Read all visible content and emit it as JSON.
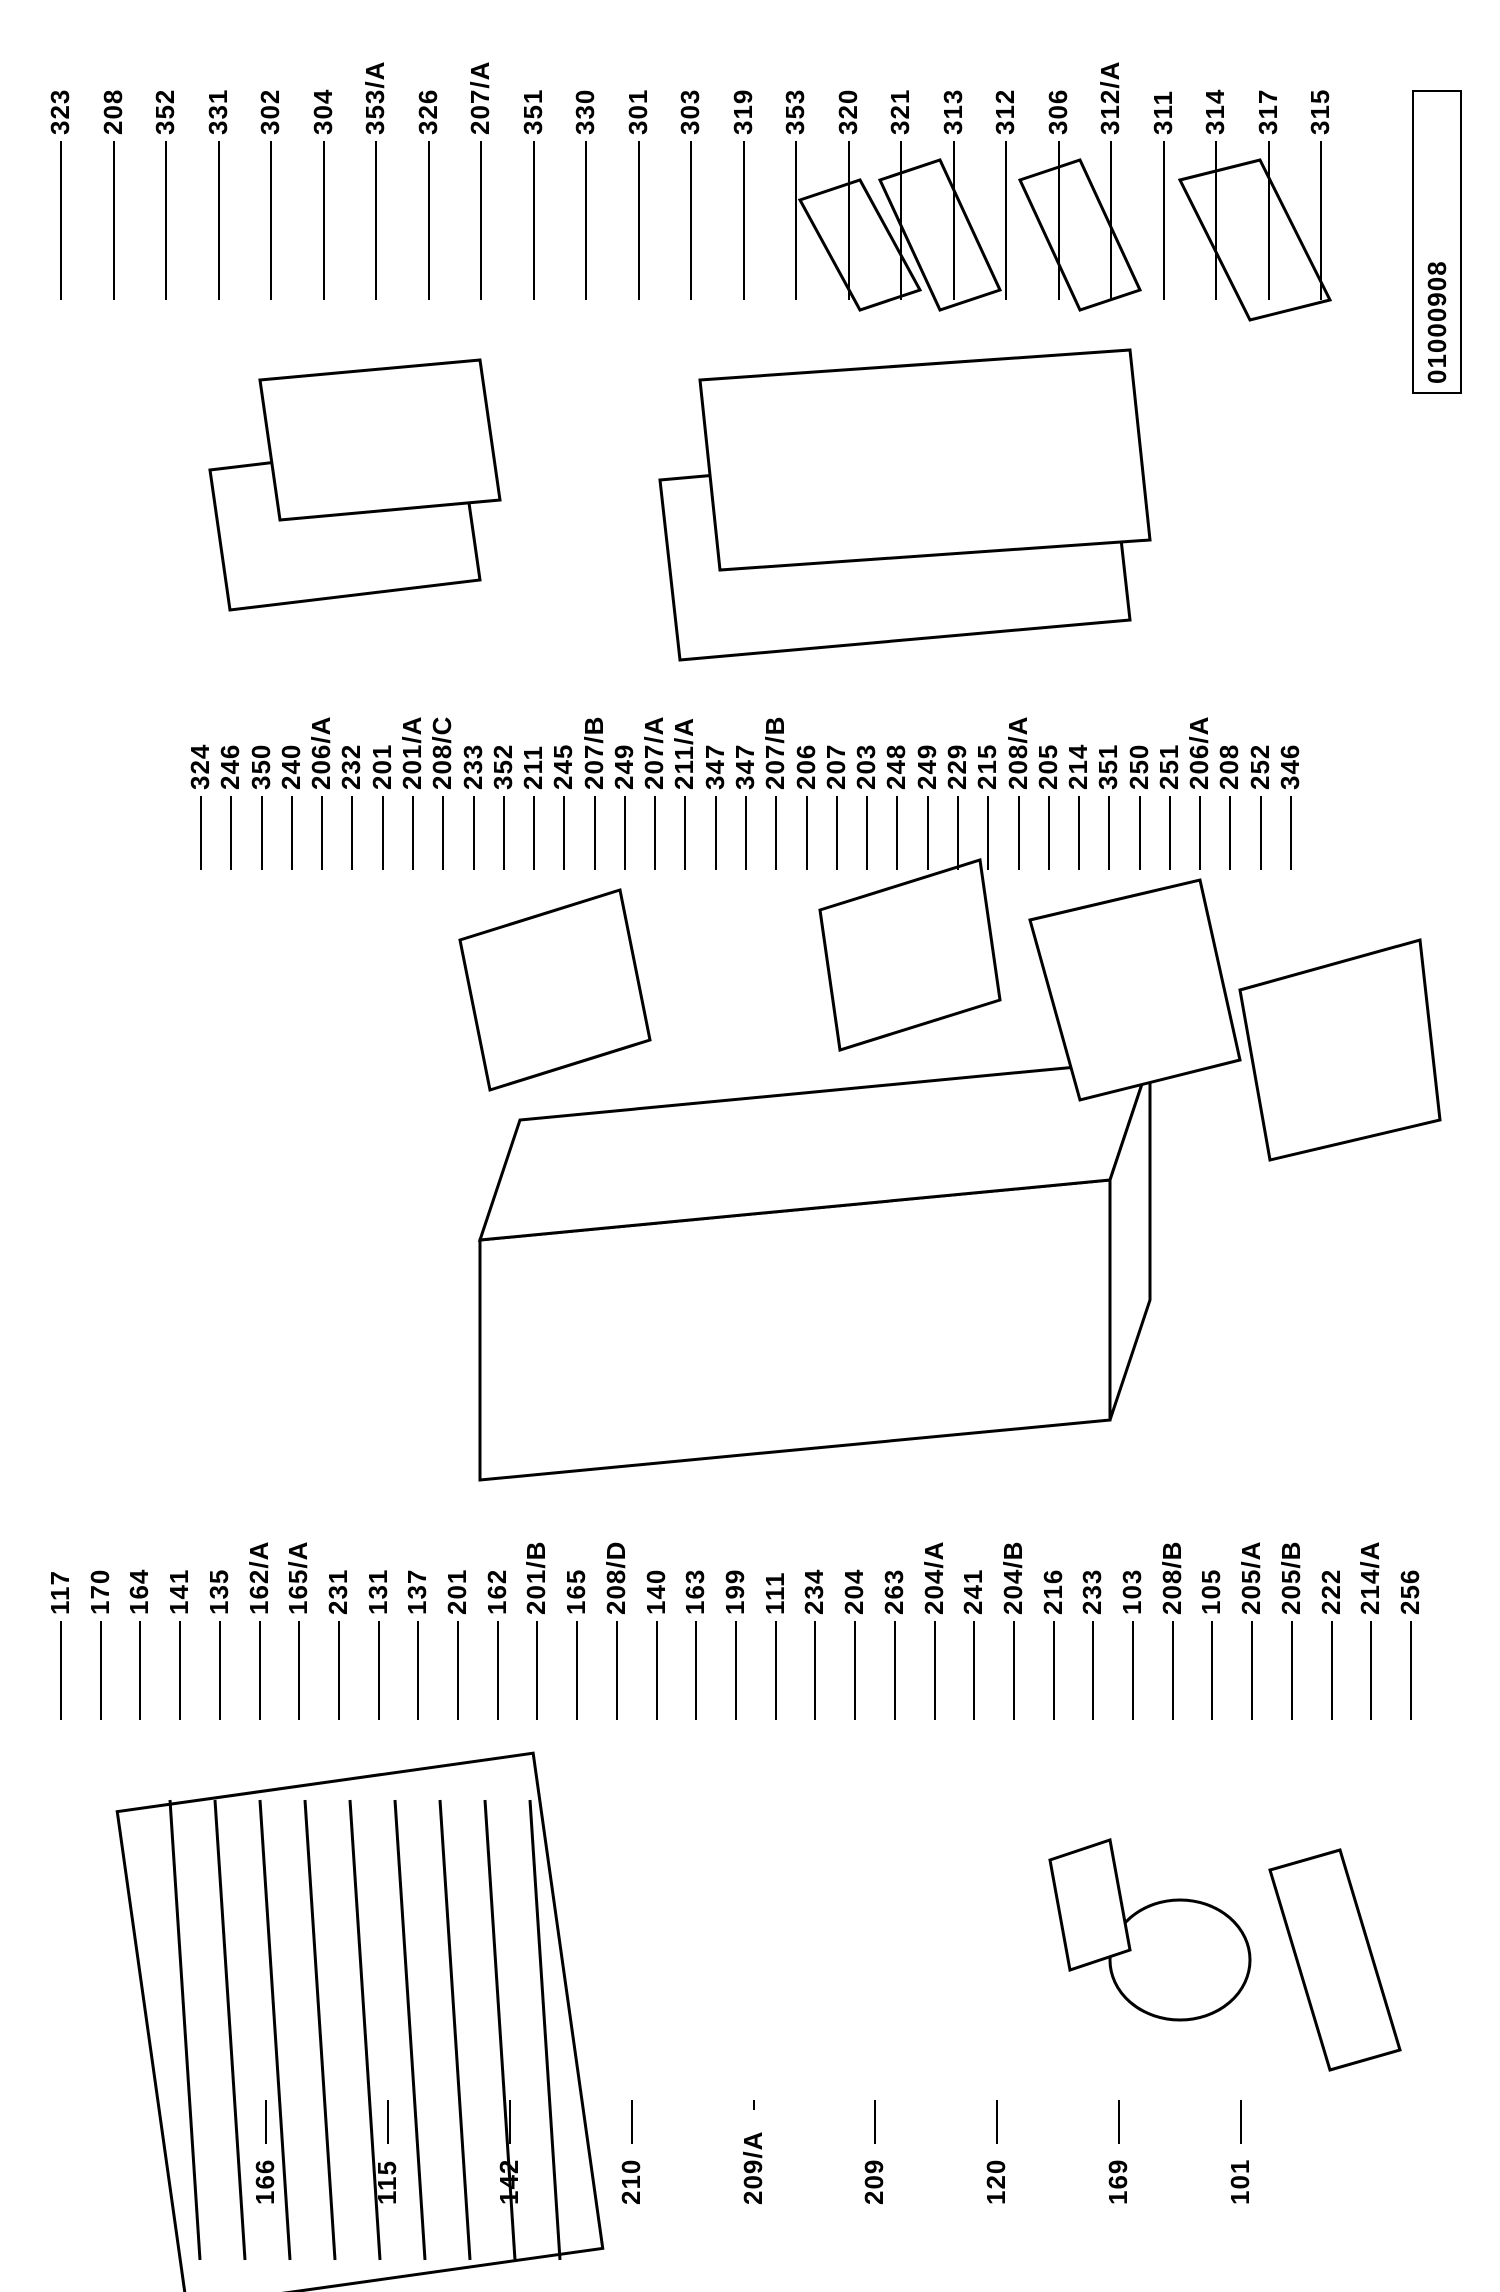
{
  "diagram": {
    "title": "Refrigerator exploded parts diagram",
    "reference_code": "01000908",
    "top_labels": [
      "323",
      "208",
      "352",
      "331",
      "302",
      "304",
      "353/A",
      "326",
      "207/A",
      "351",
      "330",
      "301",
      "303",
      "319",
      "353",
      "320",
      "321",
      "313",
      "312",
      "306",
      "312/A",
      "311",
      "314",
      "317",
      "315"
    ],
    "middle_labels": [
      "324",
      "246",
      "350",
      "240",
      "206/A",
      "232",
      "201",
      "201/A",
      "208/C",
      "233",
      "352",
      "211",
      "245",
      "207/B",
      "249",
      "207/A",
      "211/A",
      "347",
      "347",
      "207/B",
      "206",
      "207",
      "203",
      "248",
      "249",
      "229",
      "215",
      "208/A",
      "205",
      "214",
      "351",
      "250",
      "251",
      "206/A",
      "208",
      "252",
      "346"
    ],
    "lower_labels": [
      "117",
      "170",
      "164",
      "141",
      "135",
      "162/A",
      "165/A",
      "231",
      "131",
      "137",
      "201",
      "162",
      "201/B",
      "165",
      "208/D",
      "140",
      "163",
      "199",
      "111",
      "234",
      "204",
      "263",
      "204/A",
      "241",
      "204/B",
      "216",
      "233",
      "103",
      "208/B",
      "105",
      "205/A",
      "205/B",
      "222",
      "214/A",
      "256"
    ],
    "bottom_labels": [
      "166",
      "115",
      "142",
      "210",
      "209/A",
      "209",
      "120",
      "169",
      "101"
    ]
  }
}
